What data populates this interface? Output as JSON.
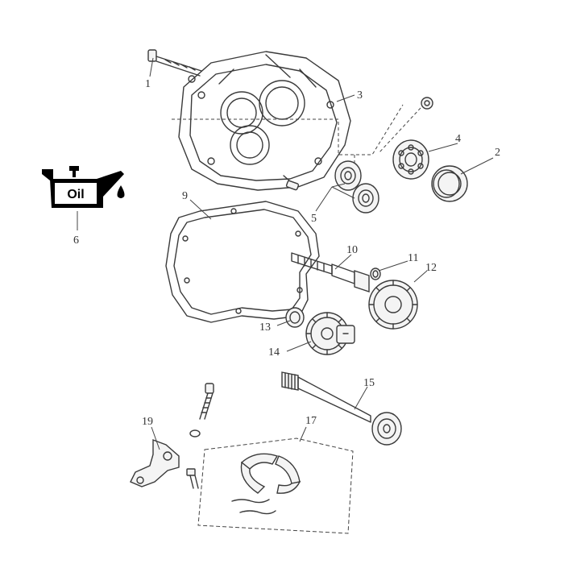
{
  "diagram": {
    "callouts": [
      "1",
      "2",
      "3",
      "4",
      "5",
      "6",
      "9",
      "10",
      "11",
      "12",
      "13",
      "14",
      "15",
      "17",
      "19"
    ],
    "oil_label": "Oil"
  }
}
